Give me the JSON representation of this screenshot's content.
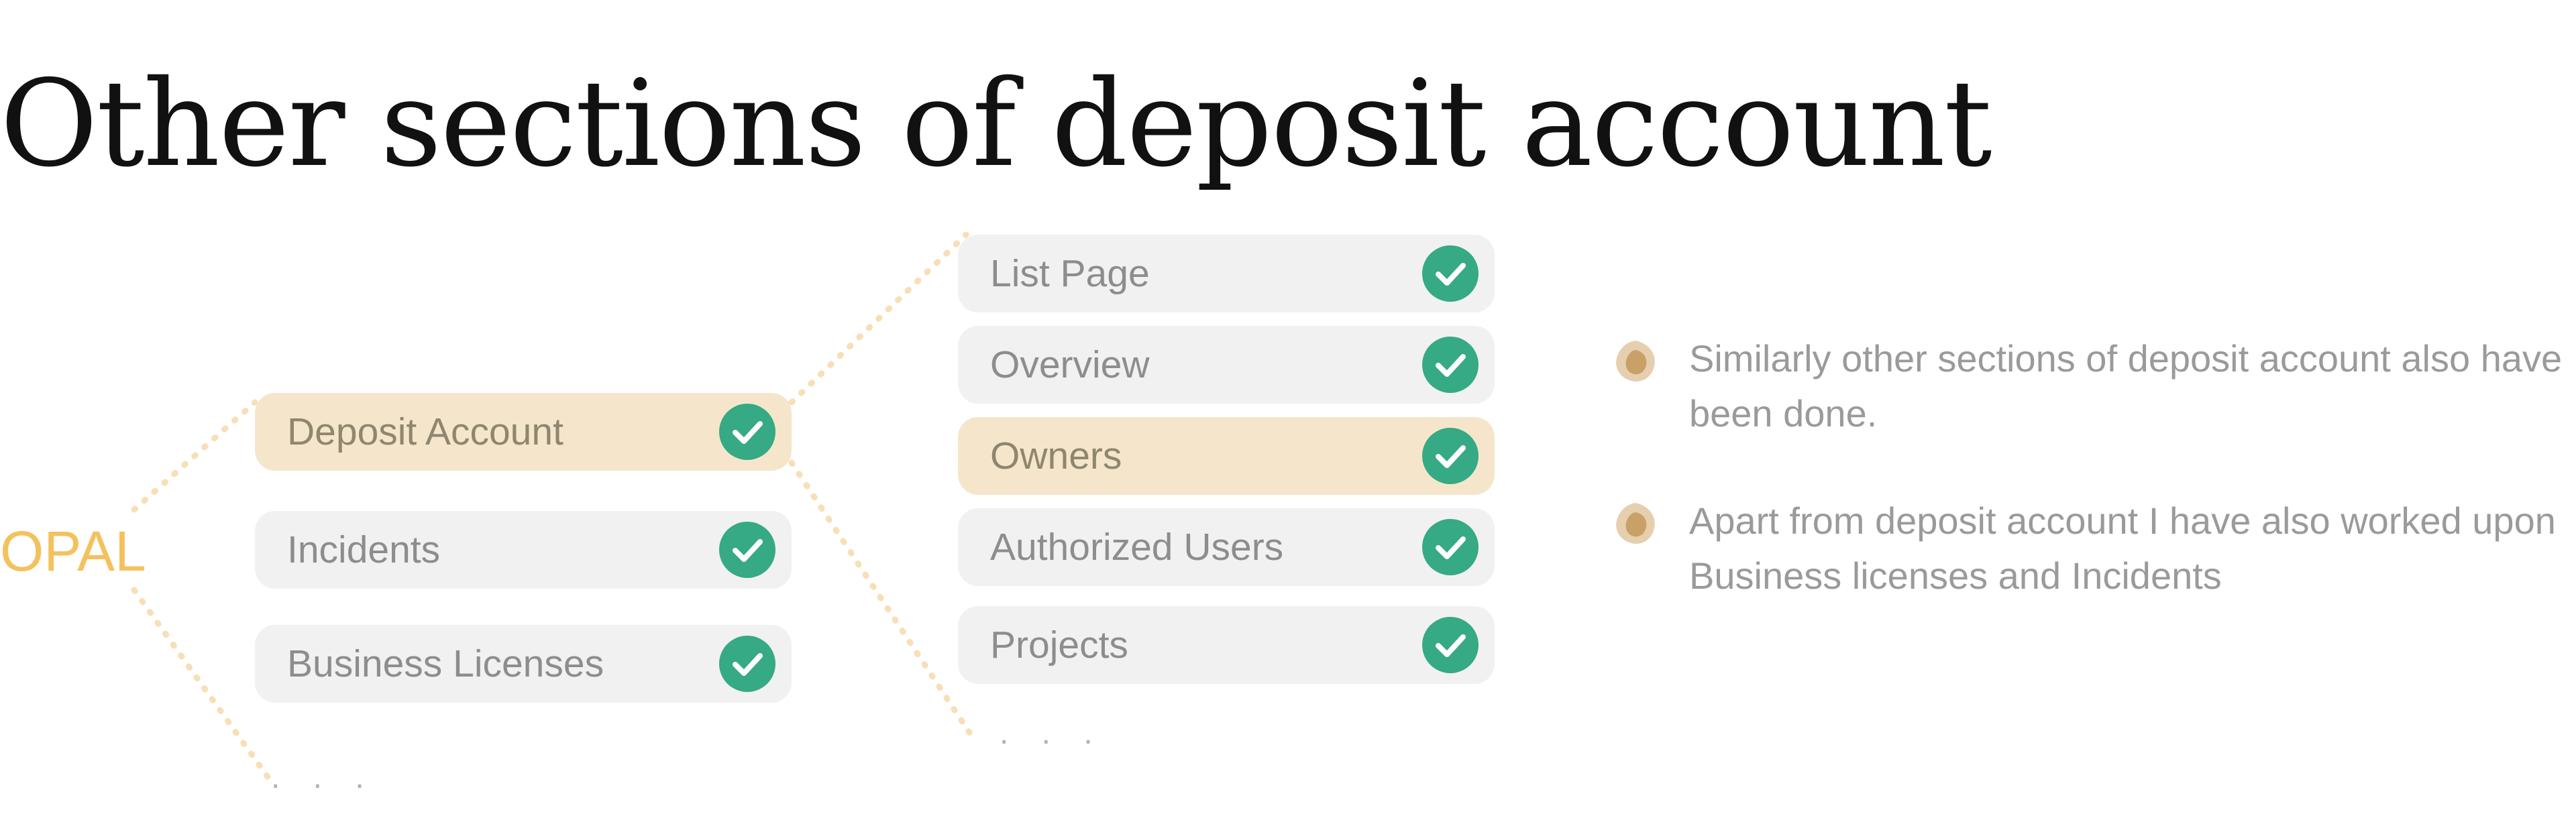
{
  "title": "Other sections of deposit account",
  "root": {
    "label": "OPAL"
  },
  "level1": {
    "items": [
      {
        "label": "Deposit Account",
        "highlighted": true,
        "checked": true
      },
      {
        "label": "Incidents",
        "highlighted": false,
        "checked": true
      },
      {
        "label": "Business Licenses",
        "highlighted": false,
        "checked": true
      }
    ],
    "more": ". . ."
  },
  "level2": {
    "items": [
      {
        "label": "List Page",
        "highlighted": false,
        "checked": true
      },
      {
        "label": "Overview",
        "highlighted": false,
        "checked": true
      },
      {
        "label": "Owners",
        "highlighted": true,
        "checked": true
      },
      {
        "label": "Authorized Users",
        "highlighted": false,
        "checked": true
      },
      {
        "label": "Projects",
        "highlighted": false,
        "checked": true
      }
    ],
    "more": ". . ."
  },
  "notes": [
    {
      "text": "Similarly other sections of deposit account also have been done."
    },
    {
      "text": "Apart from deposit account I have also worked upon Business licenses and  Incidents"
    }
  ],
  "colors": {
    "accent": "#f4c15d",
    "check": "#36a985",
    "pill": "#f1f1f1",
    "pill_highlight": "#f5e6cb",
    "connector": "#f7dfb6",
    "bullet_outer": "#e6cfae",
    "bullet_inner": "#c9a068"
  },
  "icons": {
    "check": "check-circle-icon",
    "bullet": "bullet-icon"
  }
}
